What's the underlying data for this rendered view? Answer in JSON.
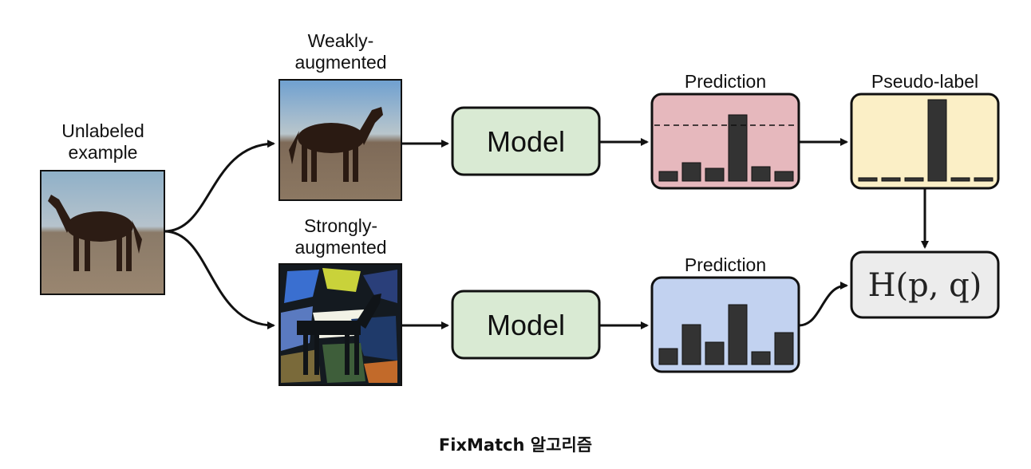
{
  "labels": {
    "unlabeled": [
      "Unlabeled",
      "example"
    ],
    "weak": [
      "Weakly-",
      "augmented"
    ],
    "strong": [
      "Strongly-",
      "augmented"
    ],
    "prediction_top": "Prediction",
    "pseudo_label": "Pseudo-label",
    "prediction_bottom": "Prediction"
  },
  "model_top": "Model",
  "model_bottom": "Model",
  "loss": "H(p, q)",
  "caption": "FixMatch 알고리즘",
  "colors": {
    "model_fill": "#d9ead3",
    "prediction_top_fill": "#e6b8bd",
    "pseudo_fill": "#fbefc6",
    "prediction_bottom_fill": "#c2d2f0",
    "loss_fill": "#ececec",
    "bar": "#333333"
  },
  "bars": {
    "prediction_top": [
      0.12,
      0.23,
      0.16,
      0.83,
      0.18,
      0.12
    ],
    "pseudo_label": [
      0.04,
      0.04,
      0.04,
      1.0,
      0.04,
      0.04
    ],
    "prediction_bottom": [
      0.2,
      0.5,
      0.28,
      0.75,
      0.16,
      0.4
    ],
    "threshold": 0.7
  }
}
